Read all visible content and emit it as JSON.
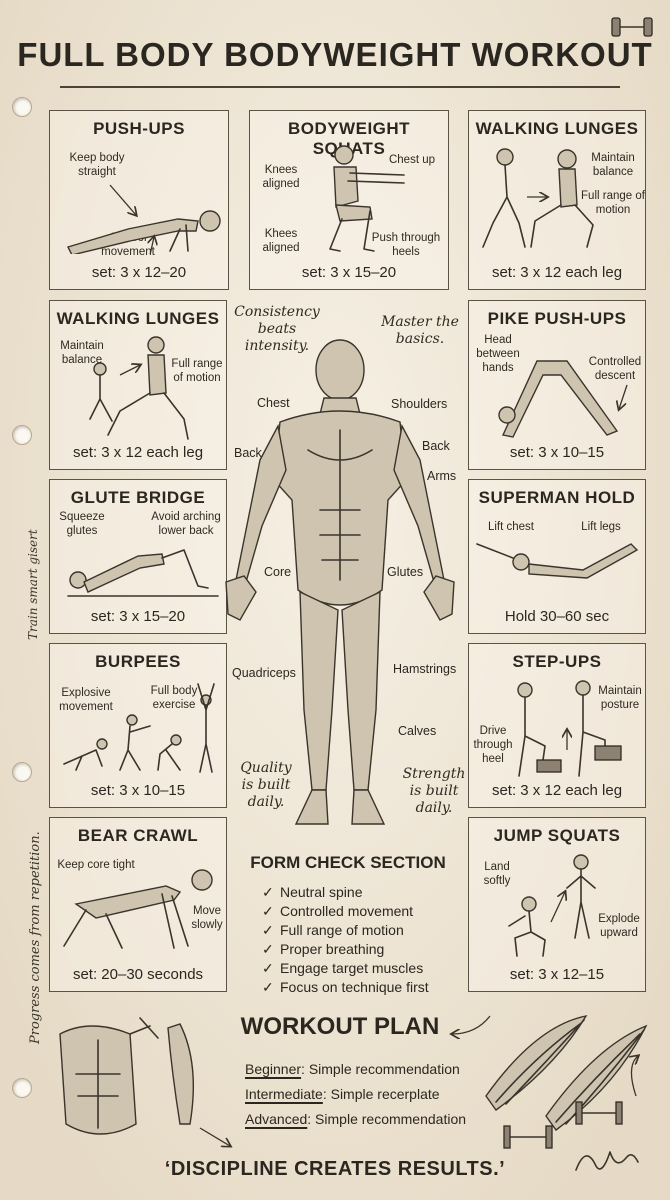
{
  "header": {
    "title": "FULL BODY BODYWEIGHT WORKOUT"
  },
  "panels": {
    "pushups": {
      "title": "PUSH-UPS",
      "set": "set: 3 x 12–20",
      "notes": [
        "Keep body straight",
        "Control movement"
      ]
    },
    "squats": {
      "title": "BODYWEIGHT SQUATS",
      "set": "set: 3 x 15–20",
      "notes": [
        "Knees aligned",
        "Chest up",
        "Khees aligned",
        "Push through heels"
      ]
    },
    "lunges_top": {
      "title": "WALKING LUNGES",
      "set": "set: 3 x 12 each leg",
      "notes": [
        "Maintain balance",
        "Full range of motion"
      ]
    },
    "lunges_left": {
      "title": "WALKING LUNGES",
      "set": "set: 3 x 12 each leg",
      "notes": [
        "Maintain balance",
        "Full range of motion"
      ]
    },
    "pike": {
      "title": "PIKE PUSH-UPS",
      "set": "set: 3 x 10–15",
      "notes": [
        "Head between hands",
        "Controlled descent"
      ]
    },
    "glute": {
      "title": "GLUTE BRIDGE",
      "set": "set: 3 x 15–20",
      "notes": [
        "Squeeze glutes",
        "Avoid arching lower back"
      ]
    },
    "superman": {
      "title": "SUPERMAN HOLD",
      "set": "Hold 30–60 sec",
      "notes": [
        "Lift chest",
        "Lift legs"
      ]
    },
    "burpees": {
      "title": "BURPEES",
      "set": "set: 3 x 10–15",
      "notes": [
        "Explosive movement",
        "Full body exercise"
      ]
    },
    "stepups": {
      "title": "STEP-UPS",
      "set": "set: 3 x 12 each leg",
      "notes": [
        "Maintain posture",
        "Drive through heel"
      ]
    },
    "bear": {
      "title": "BEAR CRAWL",
      "set": "set: 20–30 seconds",
      "notes": [
        "Keep core tight",
        "Move slowly"
      ]
    },
    "jump": {
      "title": "JUMP SQUATS",
      "set": "set: 3 x 12–15",
      "notes": [
        "Land softly",
        "Explode upward"
      ]
    }
  },
  "anatomy": {
    "labels": [
      "Chest",
      "Shoulders",
      "Back",
      "Back",
      "Arms",
      "Core",
      "Glutes",
      "Quadriceps",
      "Hamstrings",
      "Calves"
    ],
    "quotes": [
      "Consistency beats intensity.",
      "Master the basics.",
      "Quality is built daily.",
      "Strength is built daily."
    ]
  },
  "side_texts": [
    "Train smart gisert",
    "Progress comes from repetition."
  ],
  "form_check": {
    "title": "FORM CHECK SECTION",
    "items": [
      "Neutral spine",
      "Controlled movement",
      "Full range of motion",
      "Proper breathing",
      "Engage target muscles",
      "Focus on technique first"
    ]
  },
  "workout_plan": {
    "title": "WORKOUT PLAN",
    "levels": [
      {
        "level": "Beginner",
        "text": ": Simple recommendation"
      },
      {
        "level": "Intermediate",
        "text": ": Simple recerplate"
      },
      {
        "level": "Advanced",
        "text": ": Simple recommendation"
      }
    ]
  },
  "footer": {
    "quote": "‘DISCIPLINE CREATES RESULTS.’"
  },
  "icons": [
    "dumbbell-icon",
    "check-icon",
    "arrow-icon",
    "signature-icon"
  ],
  "colors": {
    "paper": "#f1e8d6",
    "ink": "#2b2720",
    "border": "#5a5346"
  }
}
